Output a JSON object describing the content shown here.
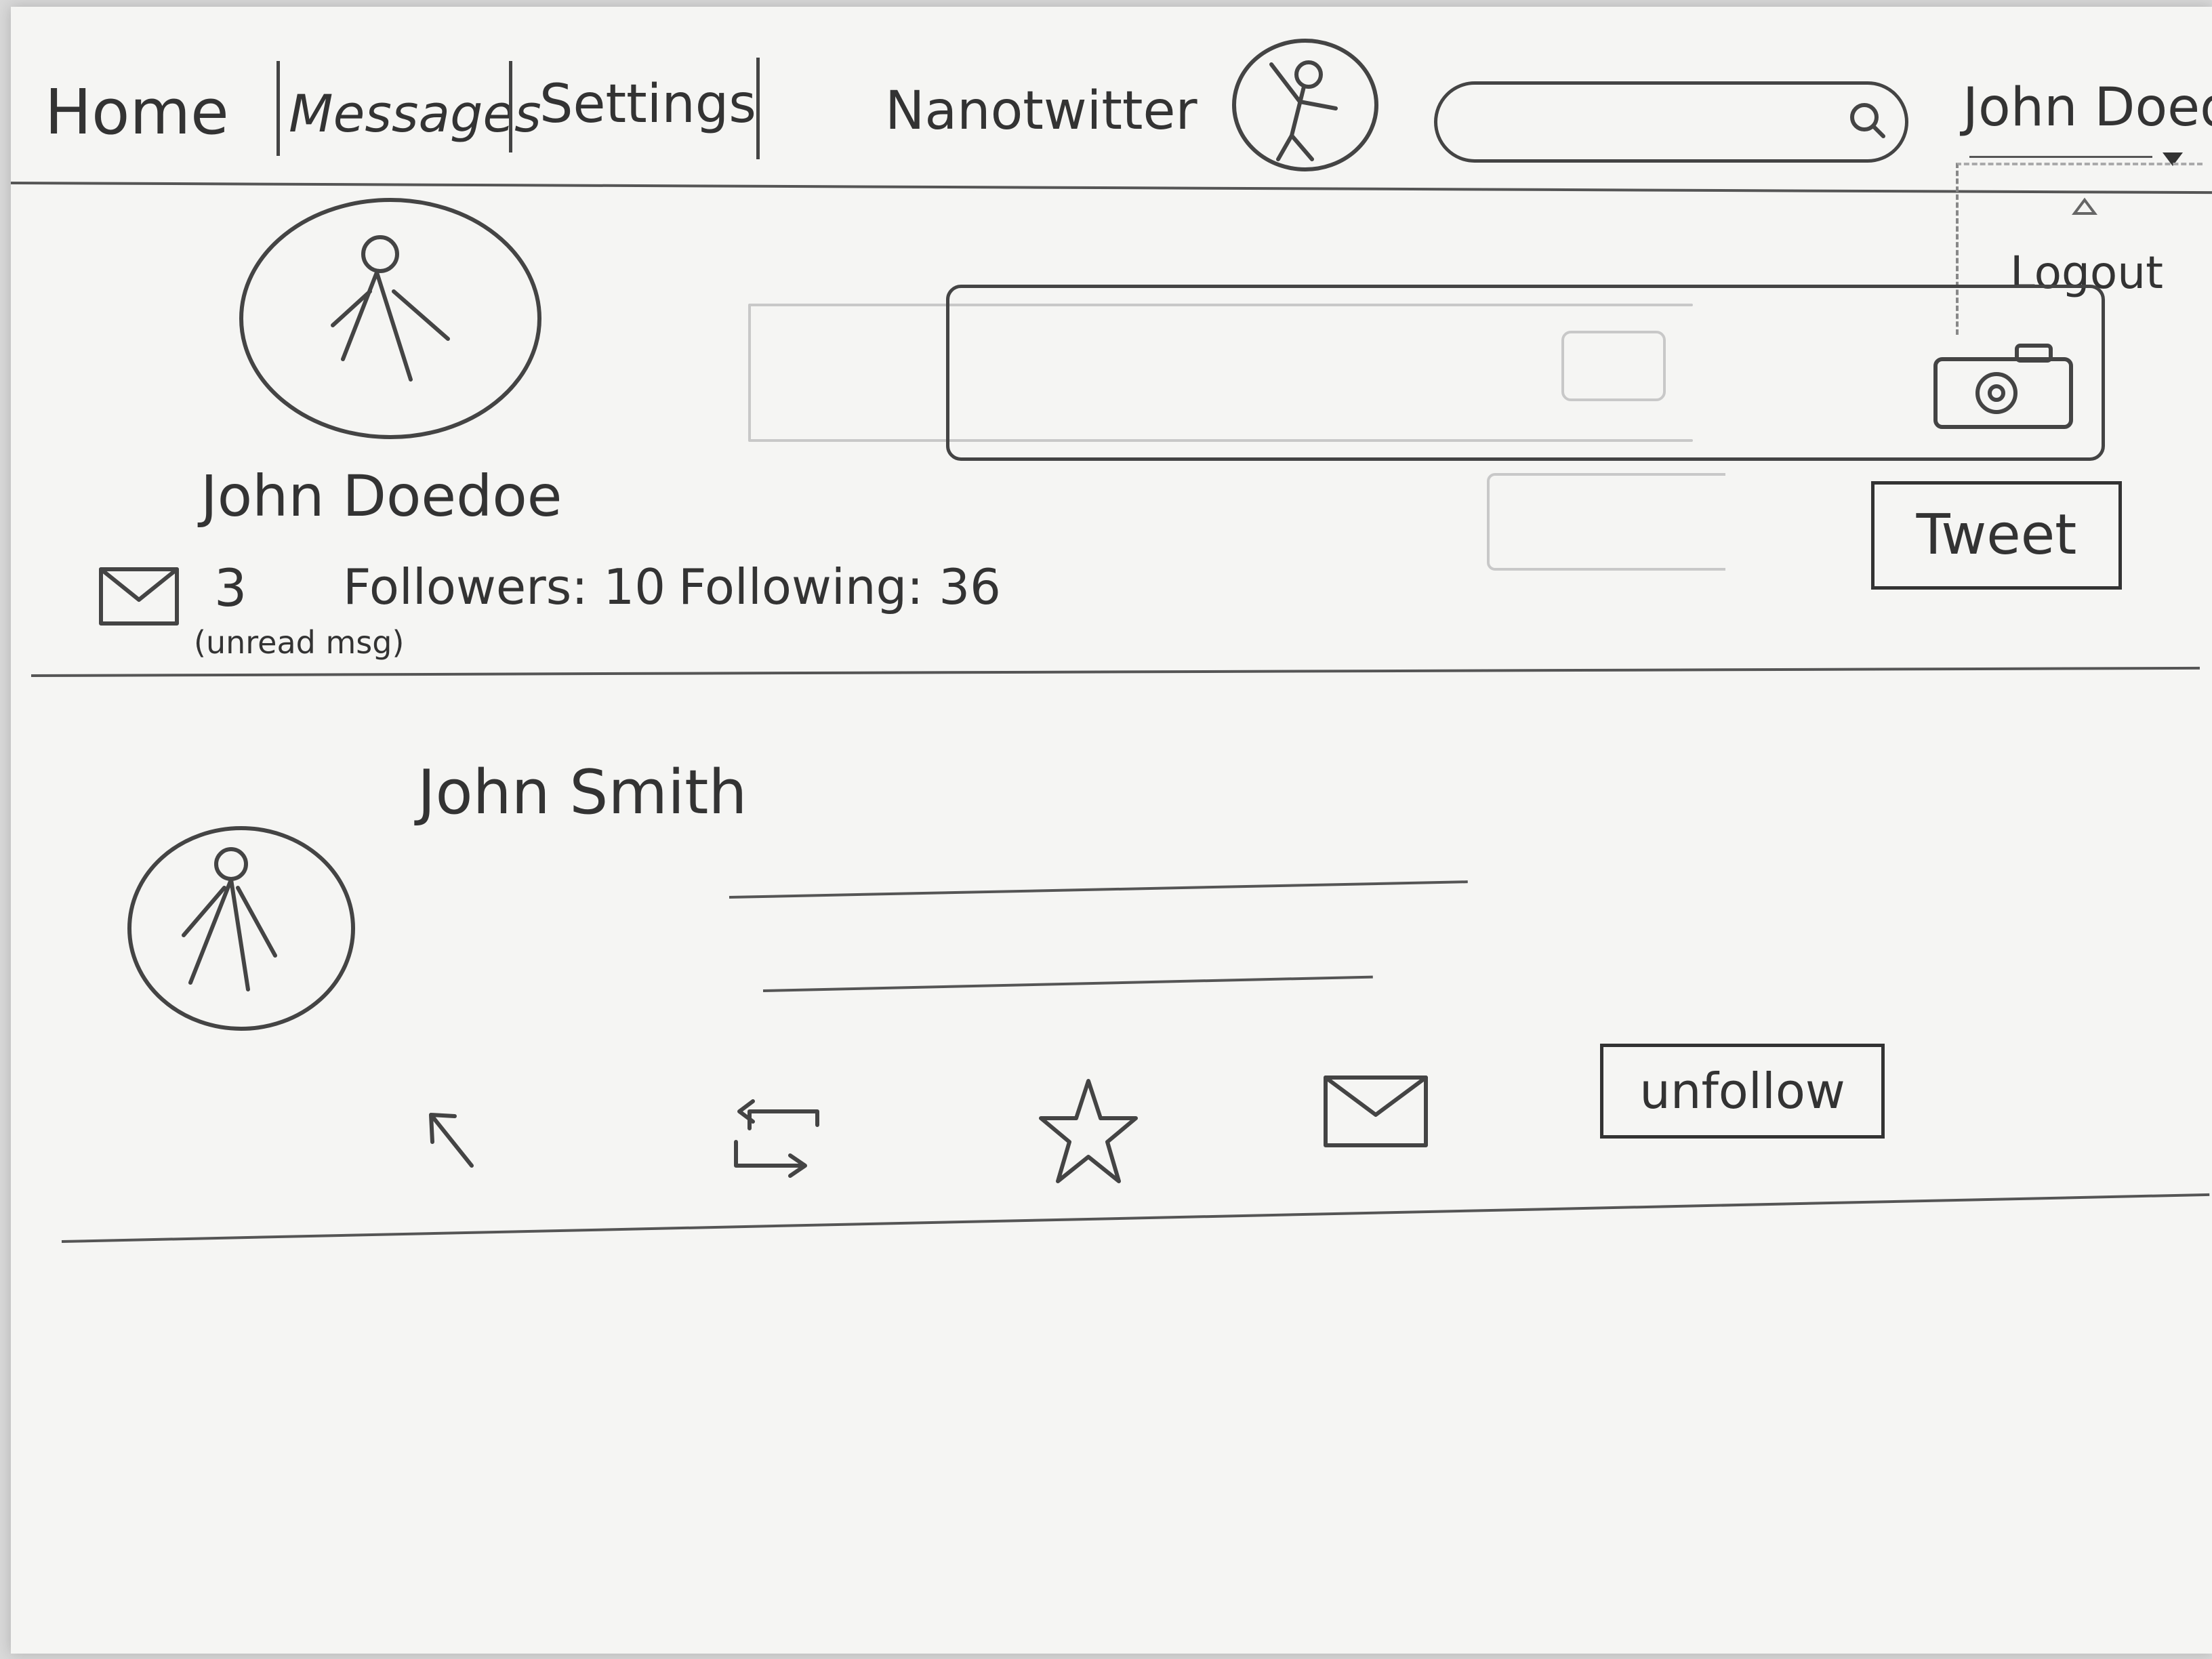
{
  "nav": {
    "items": [
      {
        "label": "Home"
      },
      {
        "label": "Messages"
      },
      {
        "label": "Settings"
      }
    ],
    "brand": "Nanotwitter",
    "logo_icon": "stick-figure-icon",
    "search": {
      "value": "",
      "placeholder": "",
      "icon": "search-icon"
    },
    "user": {
      "name": "John Doedoe",
      "dropdown_icon": "caret-down-icon"
    }
  },
  "user_menu": {
    "items": [
      {
        "label": "Logout"
      }
    ]
  },
  "profile": {
    "name": "John Doedoe",
    "avatar_icon": "stick-figure-icon",
    "unread_messages": "3",
    "unread_caption": "(unread msg)",
    "followers_label": "Followers:",
    "followers_value": "10",
    "following_label": "Following:",
    "following_value": "36",
    "mail_icon": "mail-icon"
  },
  "composer": {
    "tweet_value": "",
    "camera_icon": "camera-icon",
    "tweet_button": "Tweet"
  },
  "feed": {
    "tweets": [
      {
        "author": "John Smith",
        "avatar_icon": "stick-figure-icon",
        "actions": {
          "reply_icon": "reply-arrow-icon",
          "retweet_icon": "retweet-icon",
          "favorite_icon": "star-icon",
          "message_icon": "mail-icon",
          "unfollow_label": "unfollow"
        }
      }
    ]
  },
  "colors": {
    "paper": "#f5f5f3",
    "pencil": "#444444",
    "background": "#d9d9d9"
  }
}
